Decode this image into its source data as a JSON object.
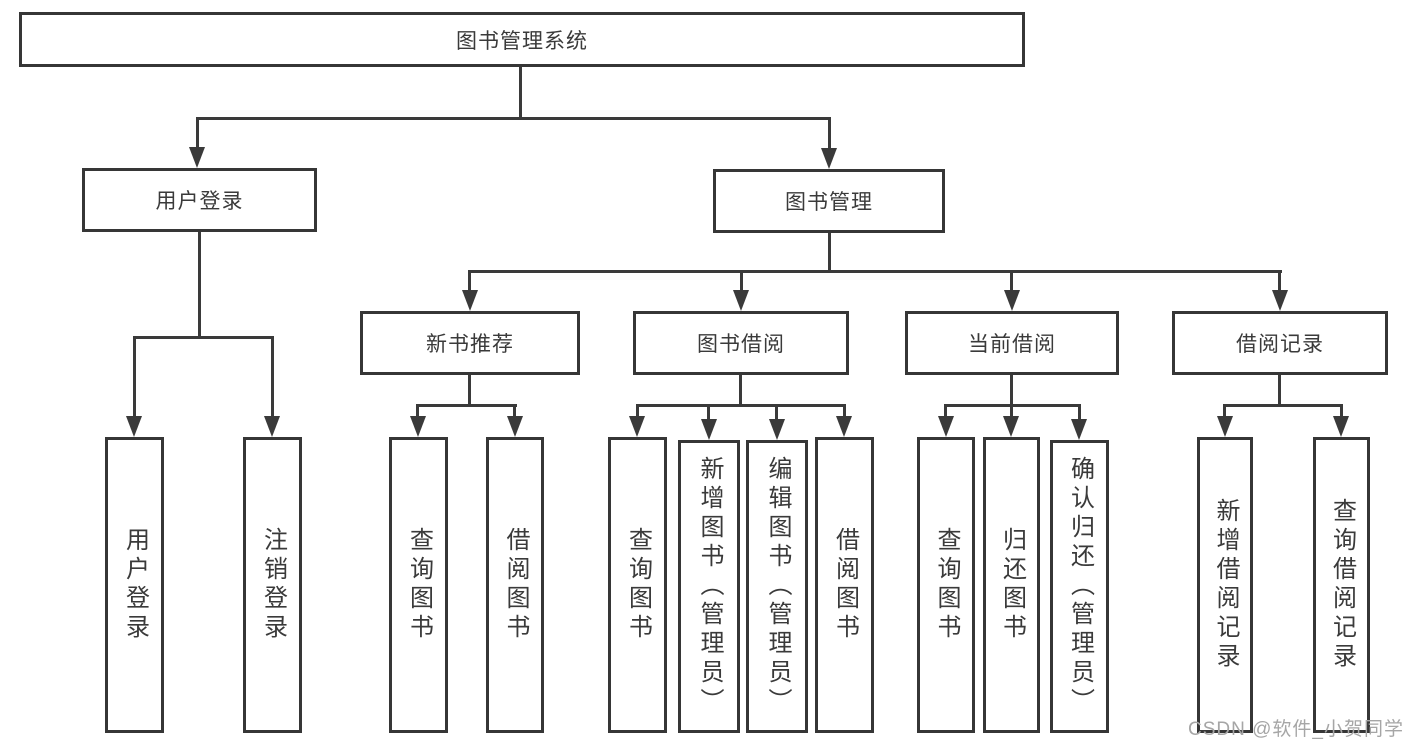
{
  "colors": {
    "background": "#ffffff",
    "line": "#3a3a3a",
    "box_border": "#363636",
    "text": "#3a3a3a",
    "watermark": "#a6a6a6"
  },
  "watermark": {
    "text": "CSDN @软件_小贺同学"
  },
  "nodes": {
    "root": {
      "label": "图书管理系统"
    },
    "user_login": {
      "label": "用户登录"
    },
    "book_mgmt": {
      "label": "图书管理"
    },
    "new_book_rec": {
      "label": "新书推荐"
    },
    "book_borrow": {
      "label": "图书借阅"
    },
    "current_borrow": {
      "label": "当前借阅"
    },
    "borrow_record": {
      "label": "借阅记录"
    },
    "leaf_user_login": {
      "label": "用户登录"
    },
    "leaf_logout": {
      "label": "注销登录"
    },
    "leaf_rec_query": {
      "label": "查询图书"
    },
    "leaf_rec_borrow": {
      "label": "借阅图书"
    },
    "leaf_bb_query": {
      "label": "查询图书"
    },
    "leaf_bb_add": {
      "label": "新增图书（管理员）"
    },
    "leaf_bb_edit": {
      "label": "编辑图书（管理员）"
    },
    "leaf_bb_borrow": {
      "label": "借阅图书"
    },
    "leaf_cb_query": {
      "label": "查询图书"
    },
    "leaf_cb_return": {
      "label": "归还图书"
    },
    "leaf_cb_confirm": {
      "label": "确认归还（管理员）"
    },
    "leaf_br_add": {
      "label": "新增借阅记录"
    },
    "leaf_br_query": {
      "label": "查询借阅记录"
    }
  },
  "tree": {
    "图书管理系统": {
      "用户登录": [
        "用户登录",
        "注销登录"
      ],
      "图书管理": {
        "新书推荐": [
          "查询图书",
          "借阅图书"
        ],
        "图书借阅": [
          "查询图书",
          "新增图书（管理员）",
          "编辑图书（管理员）",
          "借阅图书"
        ],
        "当前借阅": [
          "查询图书",
          "归还图书",
          "确认归还（管理员）"
        ],
        "借阅记录": [
          "新增借阅记录",
          "查询借阅记录"
        ]
      }
    }
  }
}
